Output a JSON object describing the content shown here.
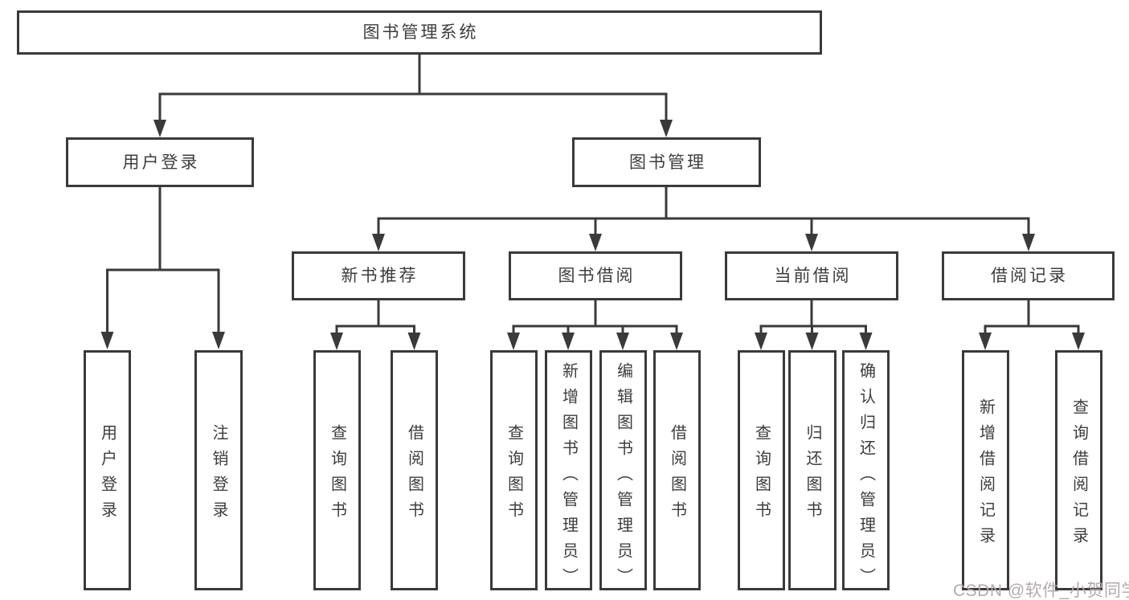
{
  "diagram": {
    "type": "functional-structure-tree",
    "root": {
      "label": "图书管理系统"
    },
    "branches": [
      {
        "label": "用户登录",
        "children": [
          {
            "label": "用户登录"
          },
          {
            "label": "注销登录"
          }
        ]
      },
      {
        "label": "图书管理",
        "sections": [
          {
            "label": "新书推荐",
            "children": [
              {
                "label": "查询图书"
              },
              {
                "label": "借阅图书"
              }
            ]
          },
          {
            "label": "图书借阅",
            "children": [
              {
                "label": "查询图书"
              },
              {
                "label": "新增图书（管理员）"
              },
              {
                "label": "编辑图书（管理员）"
              },
              {
                "label": "借阅图书"
              }
            ]
          },
          {
            "label": "当前借阅",
            "children": [
              {
                "label": "查询图书"
              },
              {
                "label": "归还图书"
              },
              {
                "label": "确认归还（管理员）"
              }
            ]
          },
          {
            "label": "借阅记录",
            "children": [
              {
                "label": "新增借阅记录"
              },
              {
                "label": "查询借阅记录"
              }
            ]
          }
        ]
      }
    ],
    "colors": {
      "line": "#3a3a3a",
      "box_border": "#3a3a3a",
      "text": "#3d3d3d",
      "background": "#ffffff",
      "watermark": "#b3abaa"
    }
  },
  "watermark": {
    "text": "CSDN @软件_小贺同学"
  }
}
